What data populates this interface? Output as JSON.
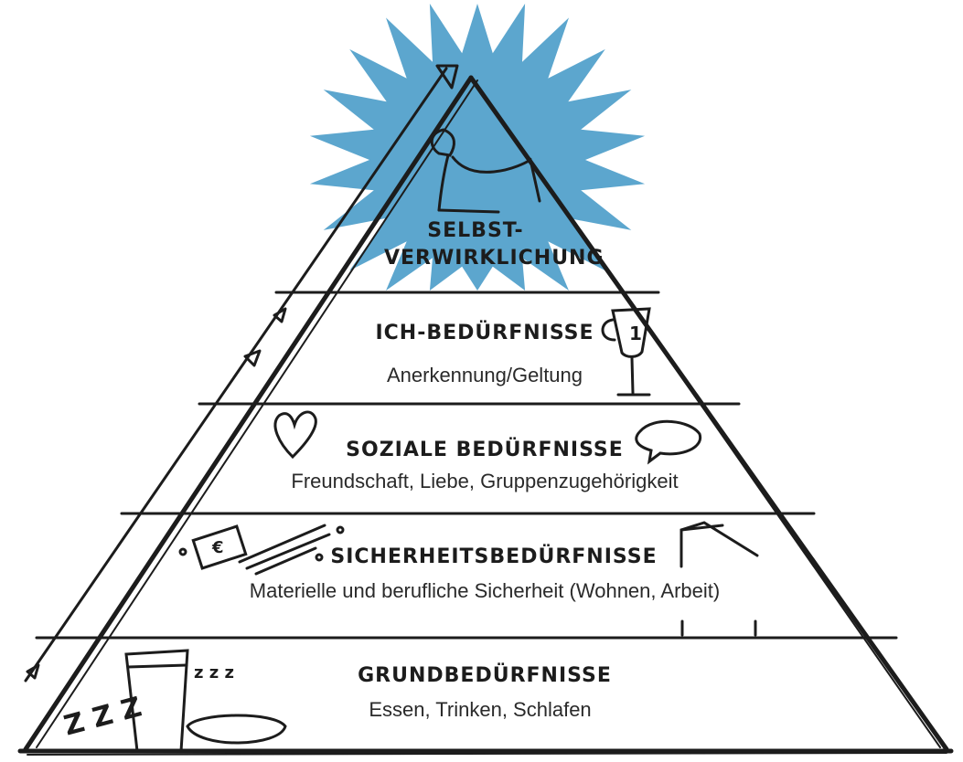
{
  "levels": {
    "top": {
      "title_line1": "SELBST-",
      "title_line2": "VERWIRKLICHUNG"
    },
    "ich": {
      "title": "ICH-BEDÜRFNISSE",
      "subtitle": "Anerkennung/Geltung"
    },
    "sozial": {
      "title": "SOZIALE BEDÜRFNISSE",
      "subtitle": "Freundschaft, Liebe, Gruppenzugehörigkeit"
    },
    "sicherheit": {
      "title": "SICHERHEITSBEDÜRFNISSE",
      "subtitle": "Materielle und berufliche Sicherheit (Wohnen, Arbeit)"
    },
    "grund": {
      "title": "GRUNDBEDÜRFNISSE",
      "subtitle": "Essen, Trinken, Schlafen"
    }
  },
  "doodles": {
    "sleep_text": "Z Z Z",
    "sleep_text_small": "z z z",
    "money_symbol": "€",
    "trophy_number": "1"
  },
  "colors": {
    "starburst": "#4a9cc9",
    "ink": "#1c1c1c"
  },
  "icons": [
    "starburst",
    "flexed-arm-icon",
    "trophy-icon",
    "heart-icon",
    "speech-bubble-icon",
    "money-note-icon",
    "house-icon",
    "glass-icon",
    "bowl-icon",
    "sleep-icon",
    "arrow-icon"
  ]
}
